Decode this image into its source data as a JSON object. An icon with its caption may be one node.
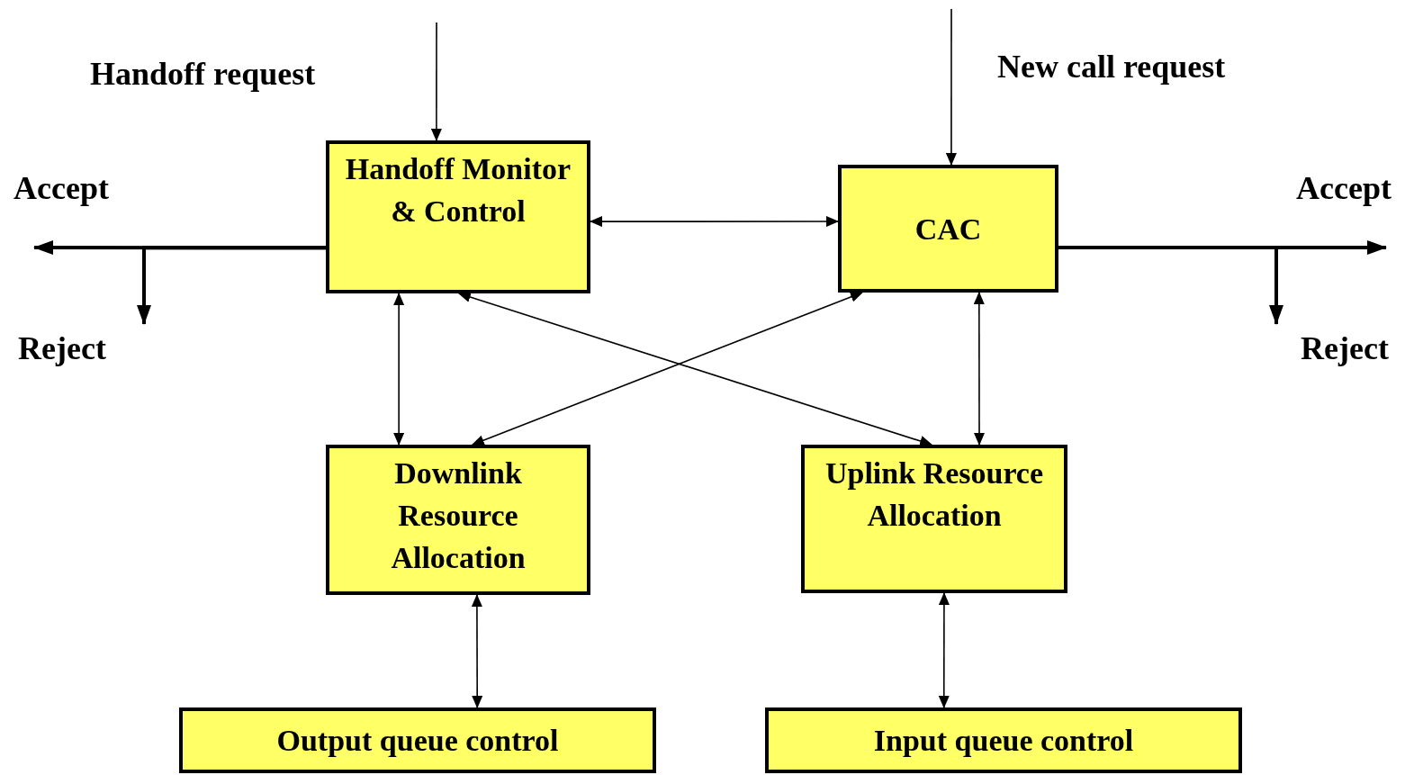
{
  "diagram": {
    "nodes": [
      {
        "text": [
          "Handoff Monitor & Control"
        ]
      },
      {
        "text": [
          "CAC"
        ]
      },
      {
        "text": [
          "Downlink Resource Allocation"
        ]
      },
      {
        "text": [
          "Uplink Resource Allocation"
        ]
      },
      {
        "text": [
          "Output queue control"
        ]
      },
      {
        "text": [
          "Input queue control"
        ]
      }
    ],
    "edges": [
      {
        "from": null,
        "to": 0,
        "arrow": "to"
      },
      {
        "from": null,
        "to": 1,
        "arrow": "to"
      },
      {
        "from": 0,
        "to": 1,
        "arrow": "both"
      },
      {
        "from": 0,
        "to": 2,
        "arrow": "both"
      },
      {
        "from": 1,
        "to": 3,
        "arrow": "both"
      },
      {
        "from": 0,
        "to": 3,
        "arrow": "both"
      },
      {
        "from": 1,
        "to": 2,
        "arrow": "both"
      },
      {
        "from": 2,
        "to": 4,
        "arrow": "both"
      },
      {
        "from": 3,
        "to": 5,
        "arrow": "both"
      },
      {
        "from": 0,
        "to": null,
        "arrow": "to",
        "style": "thick"
      },
      {
        "from": 0,
        "to": null,
        "arrow": "to",
        "style": "thick"
      },
      {
        "from": 1,
        "to": null,
        "arrow": "to",
        "style": "thick"
      },
      {
        "from": 1,
        "to": null,
        "arrow": "to",
        "style": "thick"
      }
    ],
    "labels": [
      "Handoff request",
      "New call request",
      "Accept",
      "Accept",
      "Reject",
      "Reject"
    ]
  }
}
